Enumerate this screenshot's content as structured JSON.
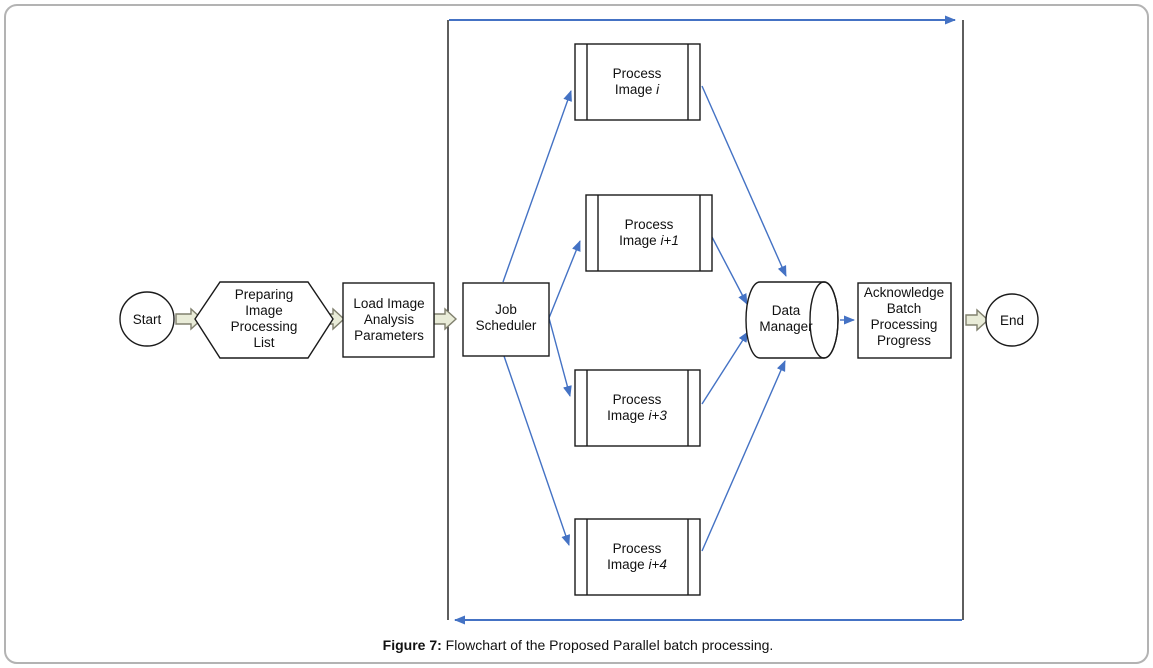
{
  "figure": {
    "caption_label": "Figure 7:",
    "caption_text": " Flowchart of the Proposed Parallel batch processing."
  },
  "colors": {
    "connector_blue": "#4472c4",
    "shape_stroke": "#1a1a1a",
    "block_arrow_fill": "#e9ecd8",
    "block_arrow_stroke": "#80806e",
    "panel_border": "#b3b3b3"
  },
  "nodes": {
    "start": {
      "type": "terminator",
      "label": "Start"
    },
    "preparing": {
      "type": "preparation",
      "lines": [
        "Preparing",
        "Image",
        "Processing",
        "List"
      ]
    },
    "load_params": {
      "type": "process",
      "lines": [
        "Load Image",
        "Analysis",
        "Parameters"
      ]
    },
    "job_scheduler": {
      "type": "process",
      "lines": [
        "Job",
        "Scheduler"
      ]
    },
    "process_image_i": {
      "type": "predefined-process",
      "line1": "Process",
      "line2_prefix": "Image ",
      "line2_italic": "i"
    },
    "process_image_i1": {
      "type": "predefined-process",
      "line1": "Process",
      "line2_prefix": "Image ",
      "line2_italic": "i+1"
    },
    "process_image_i3": {
      "type": "predefined-process",
      "line1": "Process",
      "line2_prefix": "Image ",
      "line2_italic": "i+3"
    },
    "process_image_i4": {
      "type": "predefined-process",
      "line1": "Process",
      "line2_prefix": "Image ",
      "line2_italic": "i+4"
    },
    "data_manager": {
      "type": "direct-access-storage",
      "lines": [
        "Data",
        "Manager"
      ]
    },
    "acknowledge": {
      "type": "process",
      "lines": [
        "Acknowledge",
        "Batch",
        "Processing",
        "Progress"
      ]
    },
    "end": {
      "type": "terminator",
      "label": "End"
    }
  }
}
